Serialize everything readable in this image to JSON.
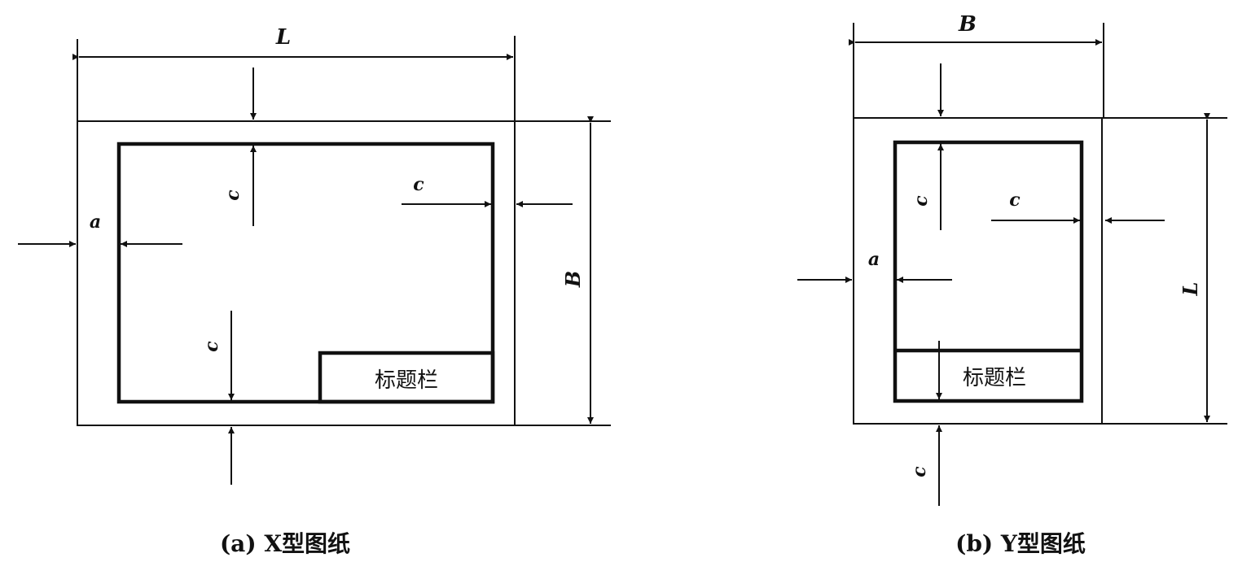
{
  "figure_a": {
    "caption": "(a) X型图纸",
    "dim_width": "L",
    "dim_height": "B",
    "margin_binding": "a",
    "margin_other": "c",
    "title_block": "标题栏"
  },
  "figure_b": {
    "caption": "(b) Y型图纸",
    "dim_width": "B",
    "dim_height": "L",
    "margin_binding": "a",
    "margin_other": "c",
    "title_block": "标题栏"
  },
  "colors": {
    "line": "#111111",
    "background": "#ffffff"
  }
}
